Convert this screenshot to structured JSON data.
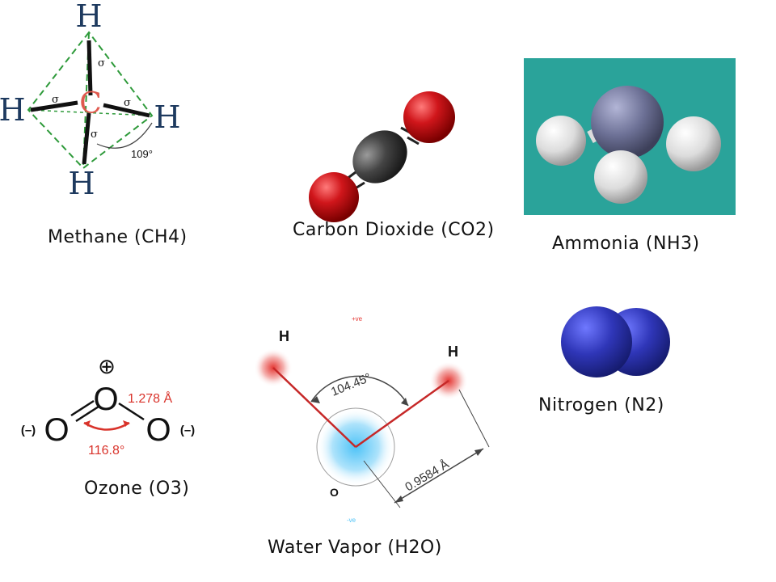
{
  "molecules": {
    "methane": {
      "caption": "Methane (CH4)",
      "atom_top": "H",
      "atom_left": "H",
      "atom_right": "H",
      "atom_bottom": "H",
      "atom_center": "C",
      "sigma_label": "σ",
      "angle_label": "109°",
      "colors": {
        "carbon": "#e05a4f",
        "cage": "#2e9a3a",
        "bond": "#111111"
      }
    },
    "carbon_dioxide": {
      "caption": "Carbon Dioxide (CO2)",
      "colors": {
        "carbon": "#444444",
        "oxygen": "#d0161b"
      }
    },
    "ammonia": {
      "caption": "Ammonia (NH3)",
      "colors": {
        "background": "#2aa39a",
        "nitrogen": "#6d7196",
        "hydrogen": "#e8e8e8"
      }
    },
    "ozone": {
      "caption": "Ozone (O3)",
      "charge_plus": "⊕",
      "charge_left": "(–)",
      "charge_right": "(–)",
      "atom_top": "O",
      "atom_left": "O",
      "atom_right": "O",
      "bond_length": "1.278 Å",
      "bond_angle": "116.8°",
      "colors": {
        "annotation": "#d9332b"
      }
    },
    "water": {
      "caption": "Water Vapor (H2O)",
      "atom_h_left": "H",
      "atom_h_right": "H",
      "atom_o": "O",
      "plus_label": "+ve",
      "minus_label": "-ve",
      "angle_label": "104.45°",
      "bond_length": "0.9584 Å",
      "colors": {
        "bond": "#c62828",
        "oxygen_glow": "#4fc3f7",
        "hydrogen_glow": "#e57373"
      }
    },
    "nitrogen": {
      "caption": "Nitrogen (N2)",
      "colors": {
        "nitrogen": "#2f36b8"
      }
    }
  }
}
